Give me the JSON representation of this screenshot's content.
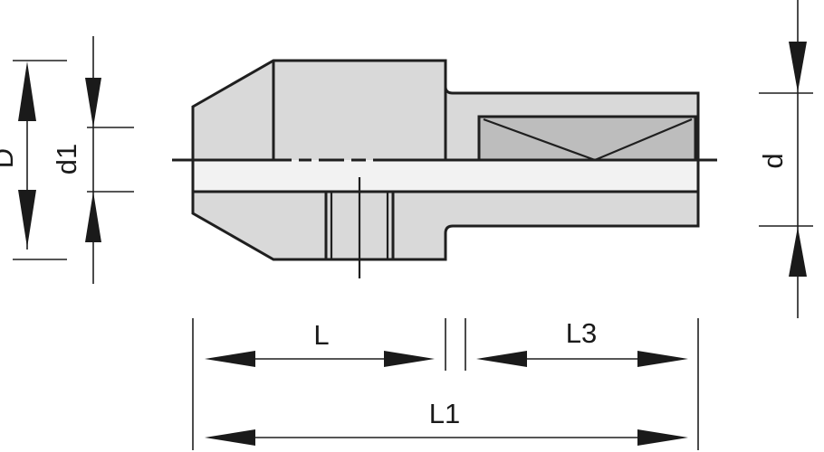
{
  "diagram": {
    "colors": {
      "body_fill": "#d9d9d9",
      "bore_fill": "#f2f2f2",
      "insert_fill": "#bdbdbd",
      "line": "#1f1f1f"
    },
    "labels": {
      "D": "D",
      "d1": "d1",
      "d": "d",
      "L": "L",
      "L3": "L3",
      "L1": "L1"
    }
  }
}
